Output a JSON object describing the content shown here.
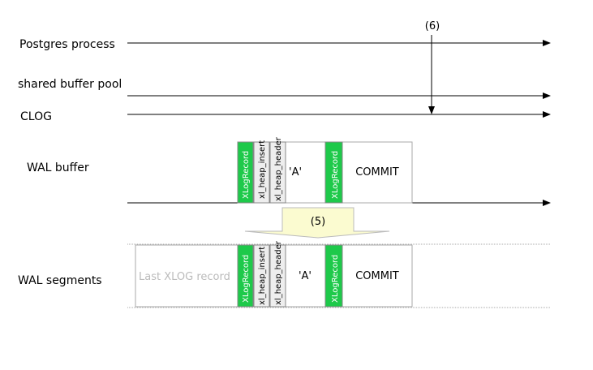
{
  "lanes": {
    "postgres_process": "Postgres process",
    "shared_buffer_pool": "shared buffer pool",
    "clog": "CLOG",
    "wal_buffer": "WAL buffer",
    "wal_segments": "WAL  segments"
  },
  "steps": {
    "step5": "(5)",
    "step6": "(6)"
  },
  "wal_buffer": {
    "xlogrecord1": "XLogRecord",
    "xl_heap_insert": "xl_heap_insert",
    "xl_heap_header": "xl_heap_header",
    "data": "'A'",
    "xlogrecord2": "XLogRecord",
    "commit": "COMMIT"
  },
  "wal_segments": {
    "last_record": "Last XLOG record",
    "xlogrecord1": "XLogRecord",
    "xl_heap_insert": "xl_heap_insert",
    "xl_heap_header": "xl_heap_header",
    "data": "'A'",
    "xlogrecord2": "XLogRecord",
    "commit": "COMMIT"
  },
  "colors": {
    "xlogrecord": "#1ec94a",
    "header_fill": "#eeeeee",
    "arrow_fill": "#fbfbd0"
  }
}
